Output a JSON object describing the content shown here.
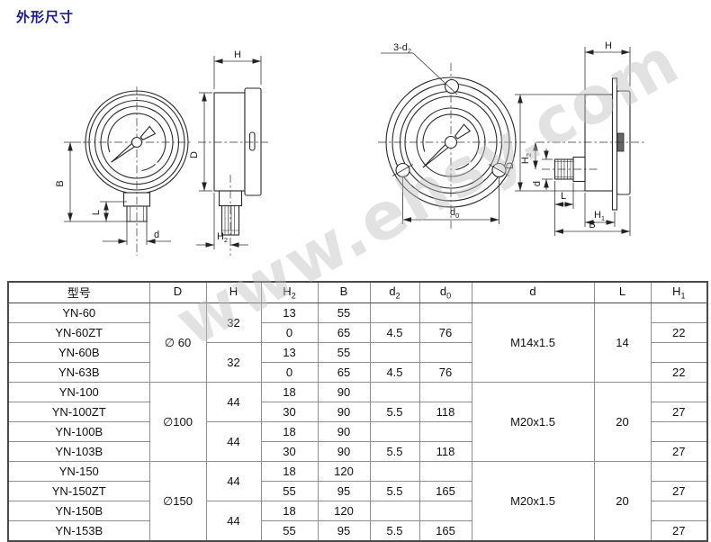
{
  "page": {
    "title": "外形尺寸"
  },
  "watermark": {
    "text": "www.ehsy.com"
  },
  "drawings": {
    "dims": {
      "H": "H",
      "D": "D",
      "B": "B",
      "L": "L",
      "d": "d",
      "H2_base": "H",
      "H2_sub": "2",
      "H1_base": "H",
      "H1_sub": "1",
      "d0_base": "d",
      "d0_sub": "0",
      "holes_base": "3-d",
      "holes_sub": "2"
    }
  },
  "table": {
    "headers": [
      {
        "base": "型号",
        "sub": ""
      },
      {
        "base": "D",
        "sub": ""
      },
      {
        "base": "H",
        "sub": ""
      },
      {
        "base": "H",
        "sub": "2"
      },
      {
        "base": "B",
        "sub": ""
      },
      {
        "base": "d",
        "sub": "2"
      },
      {
        "base": "d",
        "sub": "0"
      },
      {
        "base": "d",
        "sub": ""
      },
      {
        "base": "L",
        "sub": ""
      },
      {
        "base": "H",
        "sub": "1"
      }
    ],
    "rows": [
      {
        "cells": [
          "YN-60",
          "∅ 60",
          "32",
          "13",
          "55",
          "",
          "",
          "M14x1.5",
          "14",
          ""
        ]
      },
      {
        "cells": [
          "YN-60ZT",
          "0",
          "65",
          "4.5",
          "76",
          "22"
        ]
      },
      {
        "cells": [
          "YN-60B",
          "32",
          "13",
          "55",
          "",
          "",
          ""
        ]
      },
      {
        "cells": [
          "YN-63B",
          "0",
          "65",
          "4.5",
          "76",
          "22"
        ]
      },
      {
        "cells": [
          "YN-100",
          "∅100",
          "44",
          "18",
          "90",
          "",
          "",
          "M20x1.5",
          "20",
          ""
        ]
      },
      {
        "cells": [
          "YN-100ZT",
          "30",
          "90",
          "5.5",
          "118",
          "27"
        ]
      },
      {
        "cells": [
          "YN-100B",
          "44",
          "18",
          "90",
          "",
          "",
          ""
        ]
      },
      {
        "cells": [
          "YN-103B",
          "30",
          "90",
          "5.5",
          "118",
          "27"
        ]
      },
      {
        "cells": [
          "YN-150",
          "∅150",
          "44",
          "18",
          "120",
          "",
          "",
          "M20x1.5",
          "20",
          ""
        ]
      },
      {
        "cells": [
          "YN-150ZT",
          "55",
          "95",
          "5.5",
          "165",
          "27"
        ]
      },
      {
        "cells": [
          "YN-150B",
          "44",
          "18",
          "120",
          "",
          "",
          ""
        ]
      },
      {
        "cells": [
          "YN-153B",
          "55",
          "95",
          "5.5",
          "165",
          "27"
        ]
      }
    ]
  }
}
